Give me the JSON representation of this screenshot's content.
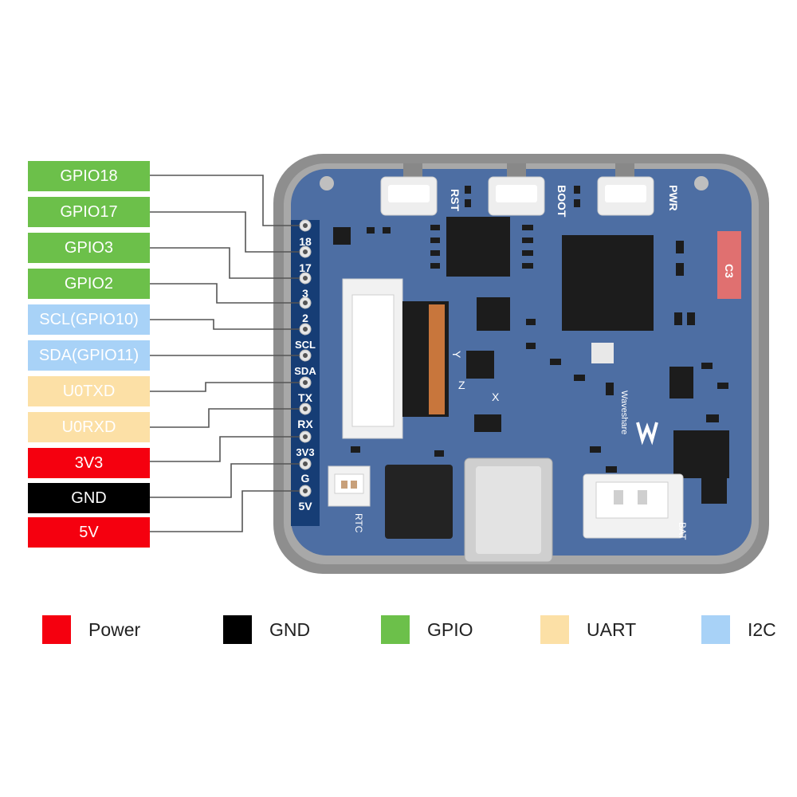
{
  "colors": {
    "power": "#f5000f",
    "gnd": "#000000",
    "gpio": "#6cc04a",
    "uart": "#fce0a6",
    "i2c": "#a8d2f7",
    "board": "#4d6ea3",
    "case": "#9a9a9a"
  },
  "pin_labels": [
    {
      "text": "GPIO18",
      "group": "gpio"
    },
    {
      "text": "GPIO17",
      "group": "gpio"
    },
    {
      "text": "GPIO3",
      "group": "gpio"
    },
    {
      "text": "GPIO2",
      "group": "gpio"
    },
    {
      "text": "SCL(GPIO10)",
      "group": "i2c"
    },
    {
      "text": "SDA(GPIO11)",
      "group": "i2c"
    },
    {
      "text": "U0TXD",
      "group": "uart"
    },
    {
      "text": "U0RXD",
      "group": "uart"
    },
    {
      "text": "3V3",
      "group": "power"
    },
    {
      "text": "GND",
      "group": "gnd"
    },
    {
      "text": "5V",
      "group": "power"
    }
  ],
  "header_pins": [
    "18",
    "17",
    "3",
    "2",
    "SCL",
    "SDA",
    "TX",
    "RX",
    "3V3",
    "G",
    "5V"
  ],
  "board_silkscreen": {
    "rst": "RST",
    "boot": "BOOT",
    "pwr": "PWR",
    "rtc": "RTC",
    "bat": "BAT",
    "c3": "C3",
    "brand": "Waveshare",
    "axis_z": "Z",
    "axis_x": "X",
    "axis_y": "Y"
  },
  "legend": [
    {
      "label": "Power",
      "group": "power"
    },
    {
      "label": "GND",
      "group": "gnd"
    },
    {
      "label": "GPIO",
      "group": "gpio"
    },
    {
      "label": "UART",
      "group": "uart"
    },
    {
      "label": "I2C",
      "group": "i2c"
    }
  ]
}
